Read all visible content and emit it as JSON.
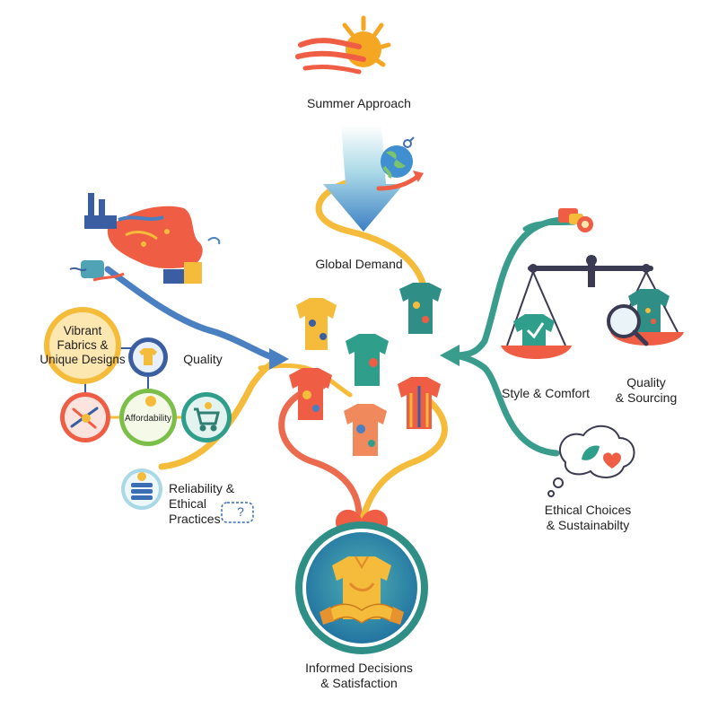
{
  "labels": {
    "summer_approach": "Summer Approach",
    "global_demand": "Global Demand",
    "vibrant_fabrics": [
      "Vibrant",
      "Fabrics &",
      "Unique Designs"
    ],
    "quality": "Quality",
    "affordability": "Affordability",
    "reliability": [
      "Reliability &",
      "Ethical",
      "Practices"
    ],
    "question_mark": "?",
    "style_comfort": "Style & Comfort",
    "quality_sourcing": [
      "Quality",
      "& Sourcing"
    ],
    "ethical_choices": [
      "Ethical Choices",
      "& Sustainabilty"
    ],
    "informed_decisions": [
      "Informed Decisions",
      "& Satisfaction"
    ]
  },
  "colors": {
    "blue_flow": "#4a7fc1",
    "yellow_flow": "#f5bb3a",
    "teal_flow": "#3a9c8c",
    "red_flow": "#ec6b4f",
    "ring_teal": "#2f8f86",
    "ring_fill": "#2f8aa3",
    "heart": "#ef5d45",
    "sun": "#f5a623"
  },
  "icons": [
    "sun-icon",
    "globe-icon",
    "factory-map-icon",
    "scale-icon",
    "shirt-icon",
    "cart-icon",
    "coins-icon",
    "thread-icon",
    "magnifier-icon",
    "heart-icon",
    "handshake-icon",
    "thought-bubble-icon"
  ]
}
